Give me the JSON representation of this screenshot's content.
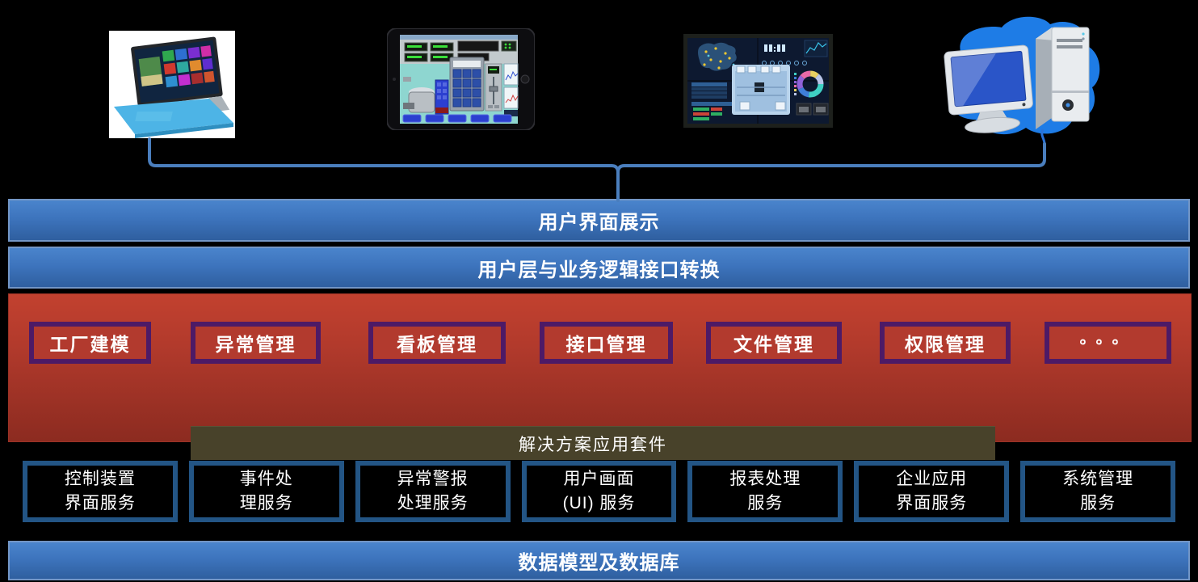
{
  "diagram": {
    "title_context": "UI / application architecture stack diagram"
  },
  "devices": [
    {
      "icon": "surface-tablet-icon"
    },
    {
      "icon": "hmi-tablet-icon"
    },
    {
      "icon": "dashboard-videowall-icon"
    },
    {
      "icon": "desktop-computer-icon"
    }
  ],
  "bars": {
    "ui_display": "用户界面展示",
    "interface_conversion": "用户层与业务逻辑接口转换",
    "solution_suite": "解决方案应用套件",
    "database": "数据模型及数据库"
  },
  "modules": [
    "工厂建模",
    "异常管理",
    "看板管理",
    "接口管理",
    "文件管理",
    "权限管理",
    "。。。"
  ],
  "services": [
    {
      "line1": "控制装置",
      "line2": "界面服务"
    },
    {
      "line1": "事件处",
      "line2": "理服务"
    },
    {
      "line1": "异常警报",
      "line2": "处理服务"
    },
    {
      "line1": "用户画面",
      "line2": "(UI) 服务"
    },
    {
      "line1": "报表处理",
      "line2": "服务"
    },
    {
      "line1": "企业应用",
      "line2": "界面服务"
    },
    {
      "line1": "系统管理",
      "line2": "服务"
    }
  ],
  "colors": {
    "background": "#000000",
    "bar_blue_top": "#4a84cc",
    "bar_blue_bottom": "#2f5f9f",
    "bar_border": "#7396c6",
    "red_block_top": "#c2412f",
    "red_block_bottom": "#8c2b20",
    "module_fill": "#b23a2e",
    "module_border": "#4d1a66",
    "suite_olive": "#48422a",
    "service_border": "#235585",
    "service_fill": "#000000",
    "connector_blue": "#4a7ebd",
    "text_white": "#ffffff"
  }
}
